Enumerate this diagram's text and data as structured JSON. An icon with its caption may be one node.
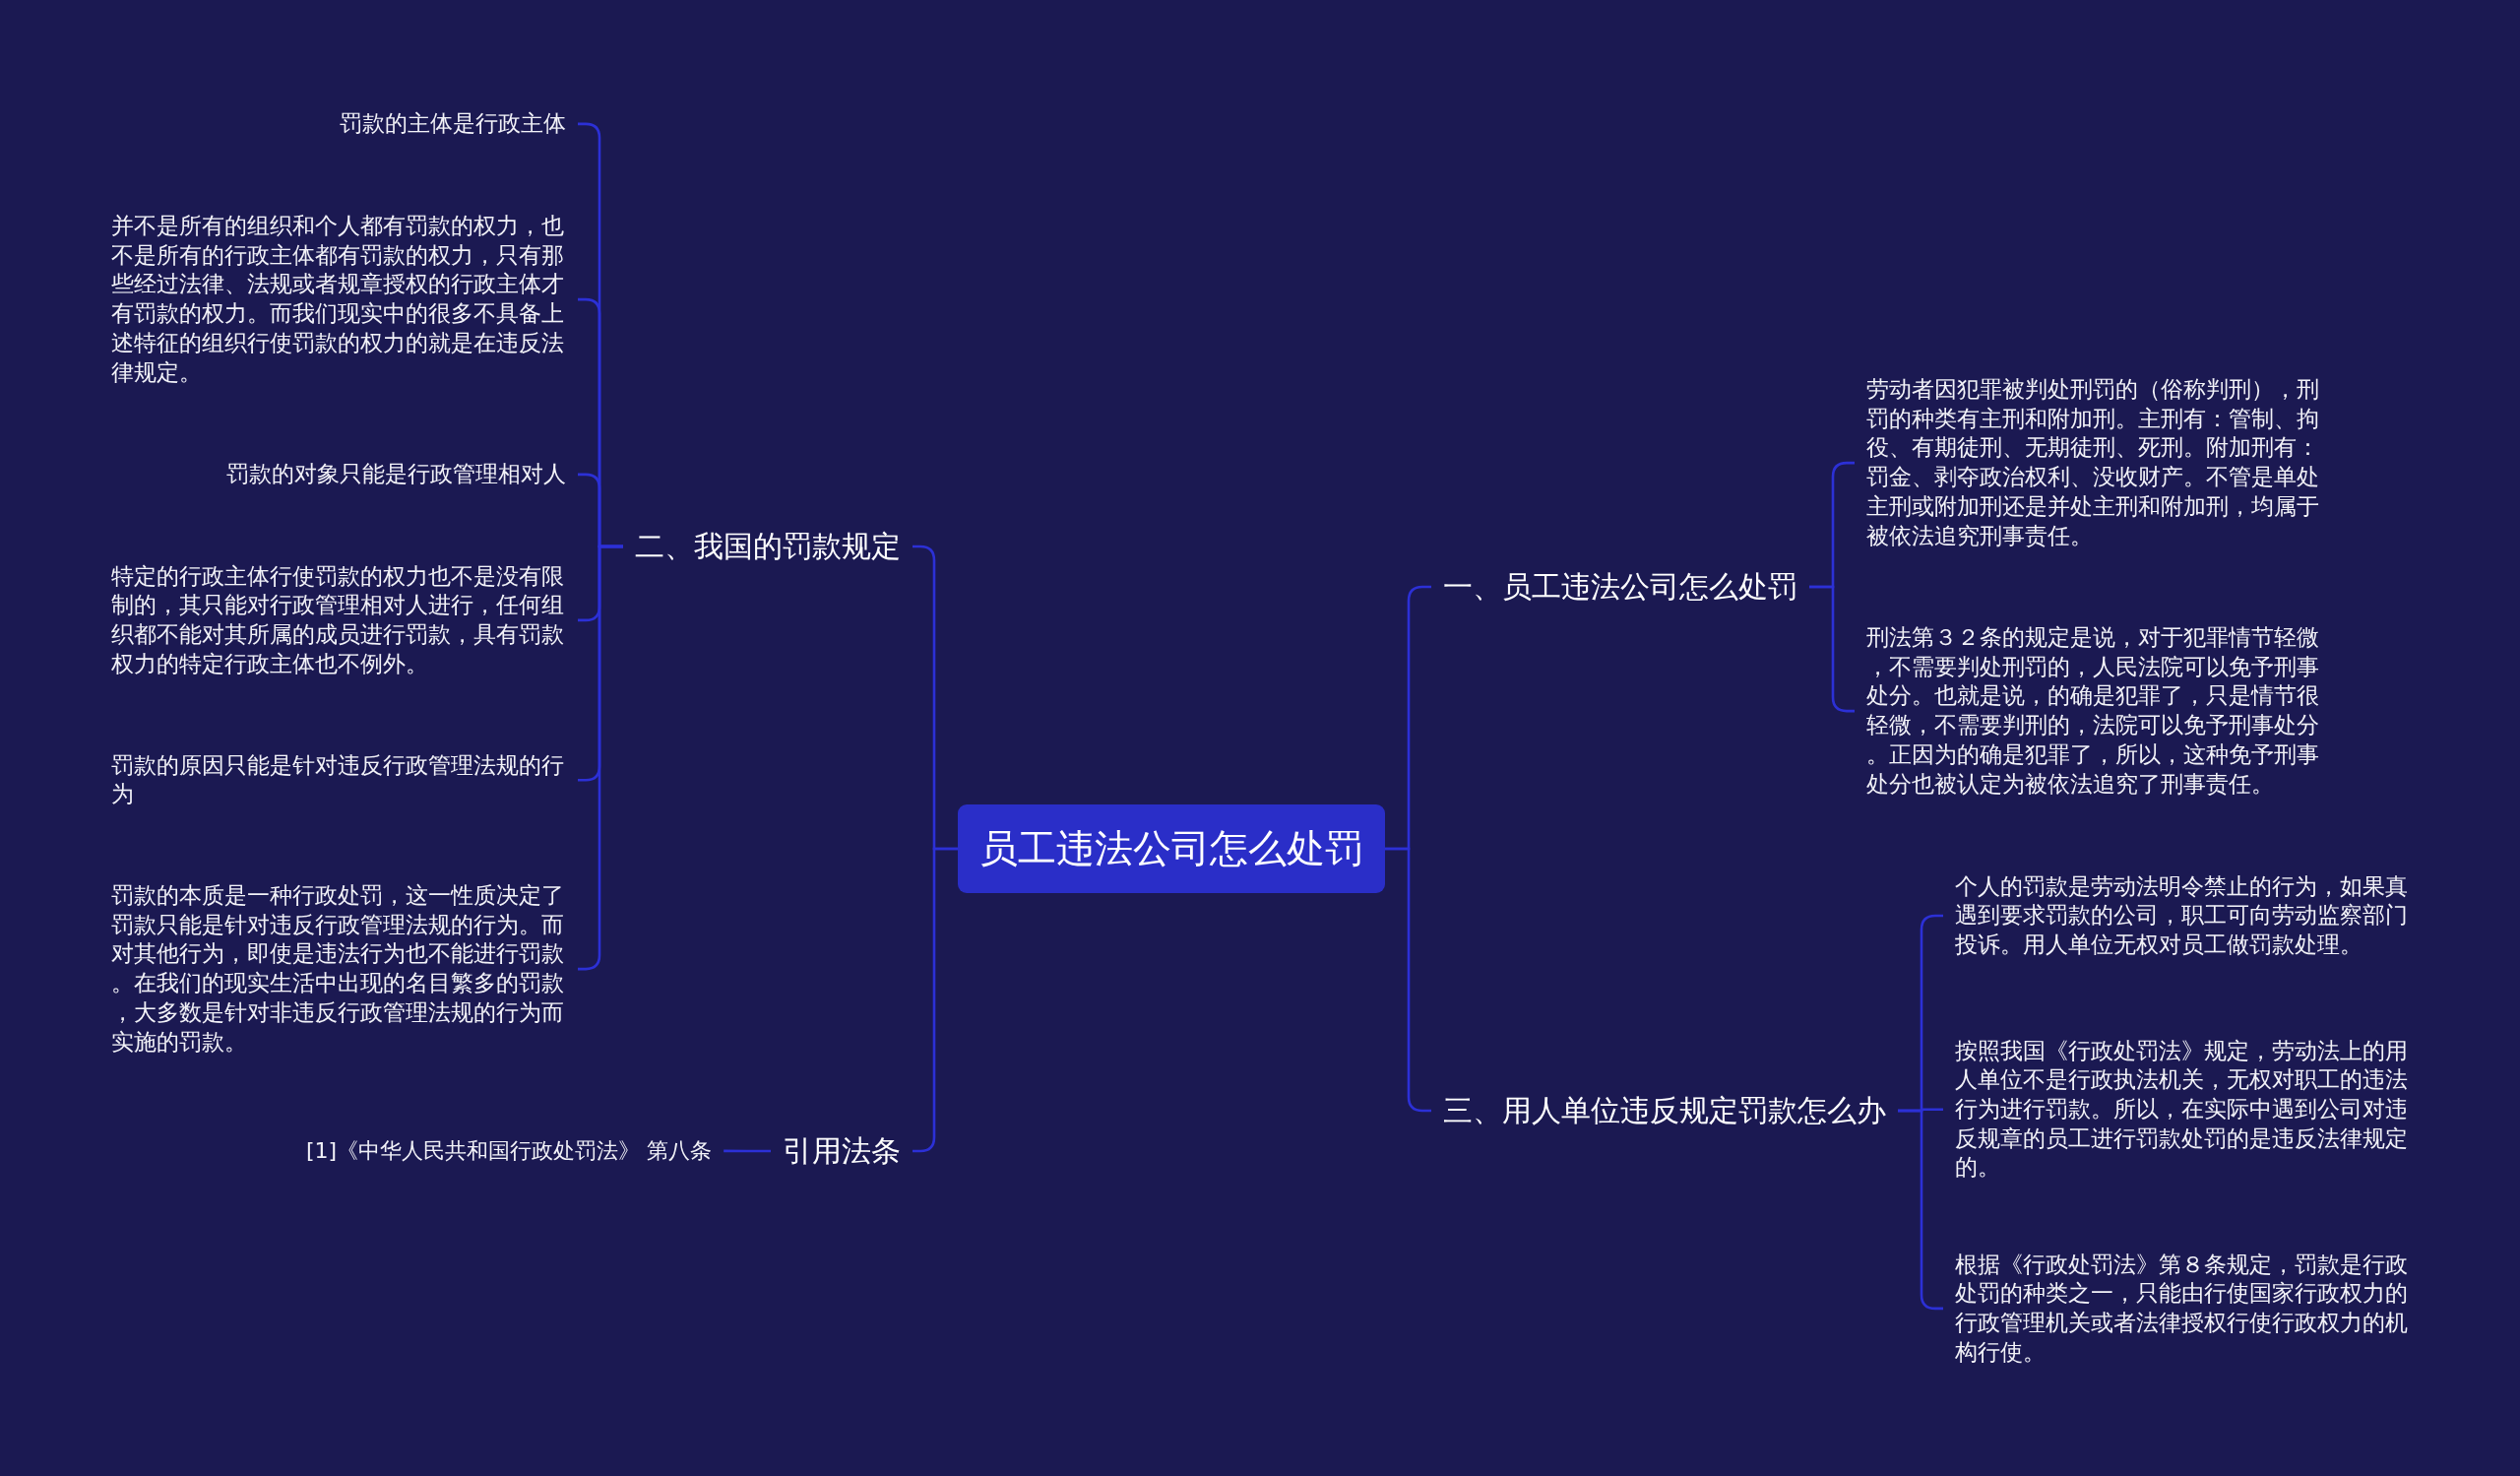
{
  "diagram": {
    "nodes": [
      {
        "text": [
          "员工违法公司怎么处罚"
        ]
      },
      {
        "text": [
          "二、我国的罚款规定"
        ]
      },
      {
        "text": [
          "罚款的主体是行政主体"
        ]
      },
      {
        "text": [
          "并不是所有的组织和个人都有罚款的权力，也不是所有的行政主体都有罚款的权力，只有那些经过法律、法规或者规章授权的行政主体才有罚款的权力。而我们现实中的很多不具备上述特征的组织行使罚款的权力的就是在违反法律规定。"
        ]
      },
      {
        "text": [
          "罚款的对象只能是行政管理相对人"
        ]
      },
      {
        "text": [
          "特定的行政主体行使罚款的权力也不是没有限制的，其只能对行政管理相对人进行，任何组织都不能对其所属的成员进行罚款，具有罚款权力的特定行政主体也不例外。"
        ]
      },
      {
        "text": [
          "罚款的原因只能是针对违反行政管理法规的行为"
        ]
      },
      {
        "text": [
          "罚款的本质是一种行政处罚，这一性质决定了罚款只能是针对违反行政管理法规的行为。而对其他行为，即使是违法行为也不能进行罚款。在我们的现实生活中出现的名目繁多的罚款，大多数是针对非违反行政管理法规的行为而实施的罚款。"
        ]
      },
      {
        "text": [
          "引用法条"
        ]
      },
      {
        "text": [
          "[1]《中华人民共和国行政处罚法》 第八条"
        ]
      },
      {
        "text": [
          "一、员工违法公司怎么处罚"
        ]
      },
      {
        "text": [
          "劳动者因犯罪被判处刑罚的（俗称判刑），刑罚的种类有主刑和附加刑。主刑有：管制、拘役、有期徒刑、无期徒刑、死刑。附加刑有：罚金、剥夺政治权利、没收财产。不管是单处主刑或附加刑还是并处主刑和附加刑，均属于被依法追究刑事责任。"
        ]
      },
      {
        "text": [
          "刑法第３２条的规定是说，对于犯罪情节轻微，不需要判处刑罚的，人民法院可以免予刑事处分。也就是说，的确是犯罪了，只是情节很轻微，不需要判刑的，法院可以免予刑事处分。正因为的确是犯罪了，所以，这种免予刑事处分也被认定为被依法追究了刑事责任。"
        ]
      },
      {
        "text": [
          "三、用人单位违反规定罚款怎么办"
        ]
      },
      {
        "text": [
          "个人的罚款是劳动法明令禁止的行为，如果真遇到要求罚款的公司，职工可向劳动监察部门投诉。用人单位无权对员工做罚款处理。"
        ]
      },
      {
        "text": [
          "按照我国《行政处罚法》规定，劳动法上的用人单位不是行政执法机关，无权对职工的违法行为进行罚款。所以，在实际中遇到公司对违反规章的员工进行罚款处罚的是违反法律规定的。"
        ]
      },
      {
        "text": [
          "根据《行政处罚法》第８条规定，罚款是行政处罚的种类之一，只能由行使国家行政权力的行政管理机关或者法律授权行使行政权力的机构行使。"
        ]
      }
    ],
    "edges": [
      {
        "from": 0,
        "to": 1,
        "arrow": "none"
      },
      {
        "from": 1,
        "to": 2,
        "arrow": "none"
      },
      {
        "from": 1,
        "to": 3,
        "arrow": "none"
      },
      {
        "from": 1,
        "to": 4,
        "arrow": "none"
      },
      {
        "from": 1,
        "to": 5,
        "arrow": "none"
      },
      {
        "from": 1,
        "to": 6,
        "arrow": "none"
      },
      {
        "from": 1,
        "to": 7,
        "arrow": "none"
      },
      {
        "from": 0,
        "to": 8,
        "arrow": "none"
      },
      {
        "from": 8,
        "to": 9,
        "arrow": "none"
      },
      {
        "from": 0,
        "to": 10,
        "arrow": "none"
      },
      {
        "from": 10,
        "to": 11,
        "arrow": "none"
      },
      {
        "from": 10,
        "to": 12,
        "arrow": "none"
      },
      {
        "from": 0,
        "to": 13,
        "arrow": "none"
      },
      {
        "from": 13,
        "to": 14,
        "arrow": "none"
      },
      {
        "from": 13,
        "to": 15,
        "arrow": "none"
      },
      {
        "from": 13,
        "to": 16,
        "arrow": "none"
      }
    ]
  }
}
